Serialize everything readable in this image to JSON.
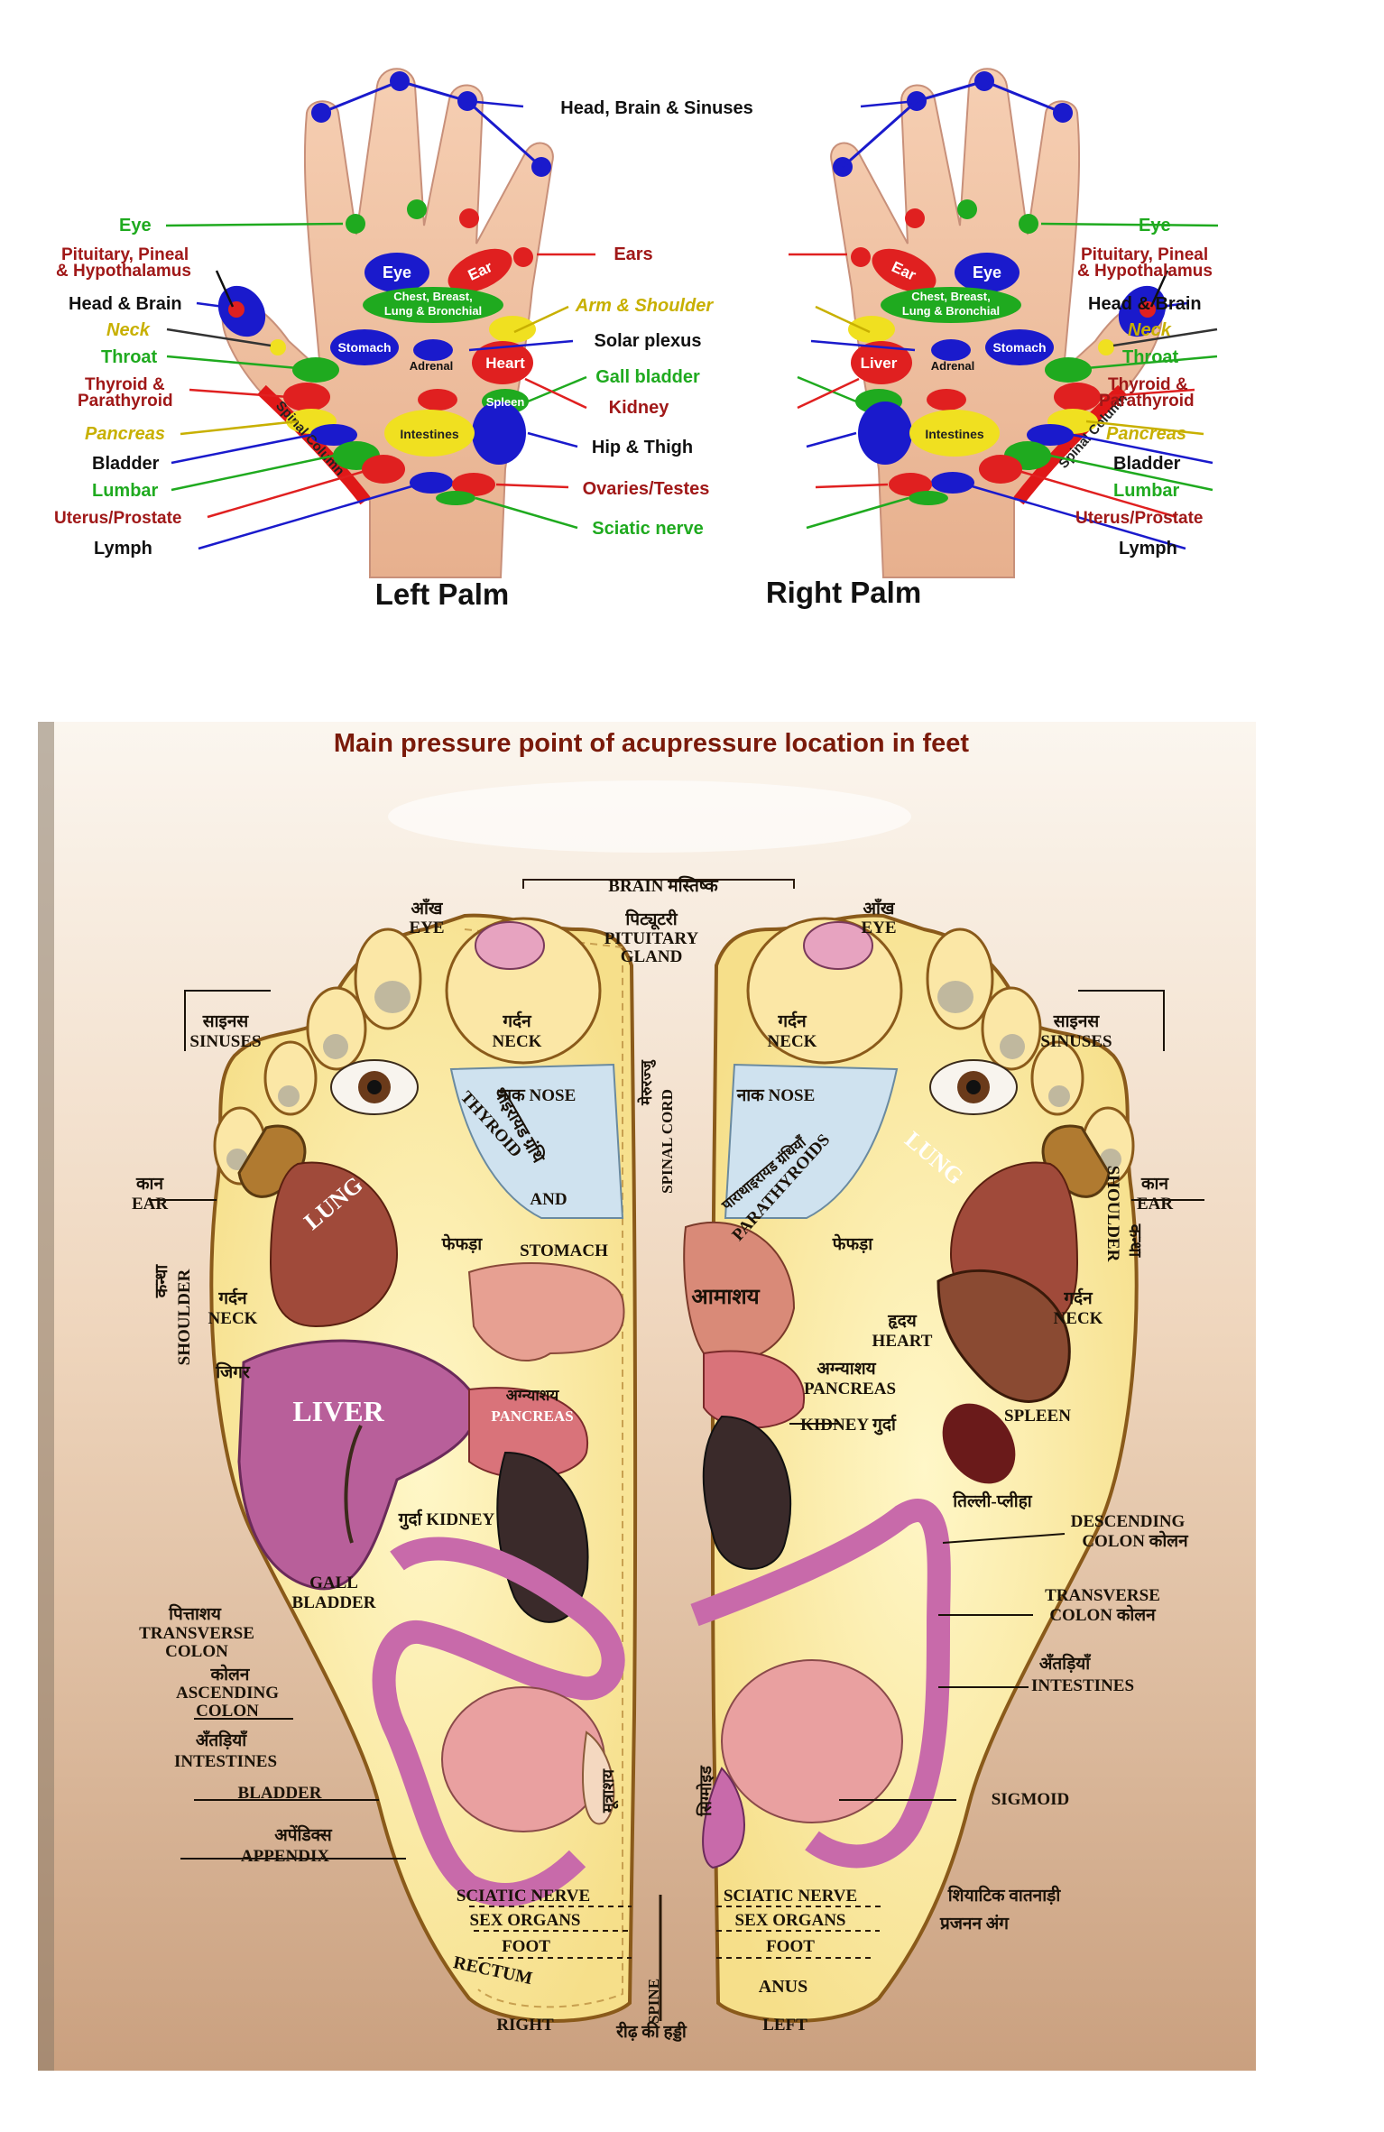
{
  "hands": {
    "left_caption": "Left Palm",
    "right_caption": "Right Palm",
    "labels": {
      "head_brain_sinuses": "Head, Brain & Sinuses",
      "eye": "Eye",
      "pituitary_1": "Pituitary, Pineal",
      "pituitary_2": "& Hypothalamus",
      "head_brain": "Head & Brain",
      "neck": "Neck",
      "throat": "Throat",
      "thyroid_1": "Thyroid &",
      "thyroid_2": "Parathyroid",
      "pancreas": "Pancreas",
      "bladder": "Bladder",
      "lumbar": "Lumbar",
      "uterus": "Uterus/Prostate",
      "lymph": "Lymph",
      "ears": "Ears",
      "arm_shoulder": "Arm & Shoulder",
      "solar_plexus": "Solar plexus",
      "gall_bladder": "Gall bladder",
      "kidney": "Kidney",
      "hip_thigh": "Hip & Thigh",
      "ovaries": "Ovaries/Testes",
      "sciatic": "Sciatic nerve"
    },
    "palm_text": {
      "eye": "Eye",
      "ear": "Ear",
      "chest_1": "Chest, Breast,",
      "chest_2": "Lung & Bronchial",
      "stomach": "Stomach",
      "adrenal": "Adrenal",
      "heart": "Heart",
      "liver": "Liver",
      "spleen": "Spleen",
      "intestines": "Intestines",
      "spinal_column": "Spinal Column"
    }
  },
  "feet": {
    "title": "Main pressure point of acupressure location in feet",
    "labels": {
      "brain": "BRAIN मस्तिष्क",
      "pituitary_hi": "पिट्यूटरी",
      "pituitary_1": "PITUITARY",
      "pituitary_2": "GLAND",
      "eye_hi": "आँख",
      "eye": "EYE",
      "sinus_hi": "साइनस",
      "sinus": "SINUSES",
      "neck_hi": "गर्दन",
      "neck": "NECK",
      "nose": "नाक NOSE",
      "thyroid": "THYROID",
      "and": "AND",
      "thyroid_hi": "थाइरायड ग्रंथि",
      "parathyroids": "PARATHYROIDS",
      "parathyroids_hi": "पाराथाइरायड ग्रंथियाँ",
      "spinal_cord": "SPINAL CORD",
      "spinal_cord_hi": "मेरुरज्जु",
      "ear_hi": "कान",
      "ear": "EAR",
      "shoulder": "SHOULDER",
      "shoulder_hi": "कन्धा",
      "lung": "LUNG",
      "lung_hi": "फेफड़ा",
      "stomach": "STOMACH",
      "stomach_hi": "आमाशय",
      "liver": "LIVER",
      "liver_hi": "जिगर",
      "pancreas": "PANCREAS",
      "pancreas_hi": "अग्न्याशय",
      "heart_hi": "हृदय",
      "heart": "HEART",
      "kidney_left": "गुर्दा KIDNEY",
      "kidney_right": "KIDNEY गुर्दा",
      "spleen": "SPLEEN",
      "spleen_hi": "तिल्ली-प्लीहा",
      "gall_1": "GALL",
      "gall_2": "BLADDER",
      "gall_hi": "पित्ताशय",
      "transverse_1": "TRANSVERSE",
      "colon": "COLON",
      "colon_hi": "कोलन",
      "ascending": "ASCENDING",
      "intestines_hi": "अँतड़ियाँ",
      "intestines": "INTESTINES",
      "bladder": "BLADDER",
      "bladder_hi": "मूत्राशय",
      "appendix_hi": "अपेंडिक्स",
      "appendix": "APPENDIX",
      "descending_1": "DESCENDING",
      "descending_2": "COLON कोलन",
      "transverse_r2": "COLON कोलन",
      "sigmoid": "SIGMOID",
      "sigmoid_hi": "सिग्मोइड",
      "sciatic": "SCIATIC NERVE",
      "sciatic_hi": "शियाटिक वातनाड़ी",
      "sex_organs": "SEX ORGANS",
      "sex_hi": "प्रजनन अंग",
      "foot": "FOOT",
      "rectum": "RECTUM",
      "anus": "ANUS",
      "spine": "SPINE",
      "spine_hi": "रीढ़ की हड्डी",
      "right": "RIGHT",
      "left": "LEFT"
    }
  },
  "colors": {
    "blue": "#1a1acc",
    "green": "#1faa1f",
    "red": "#e02020",
    "yellow": "#f0e020",
    "title": "#7a1a0a",
    "skin": "#f2c6a4"
  }
}
